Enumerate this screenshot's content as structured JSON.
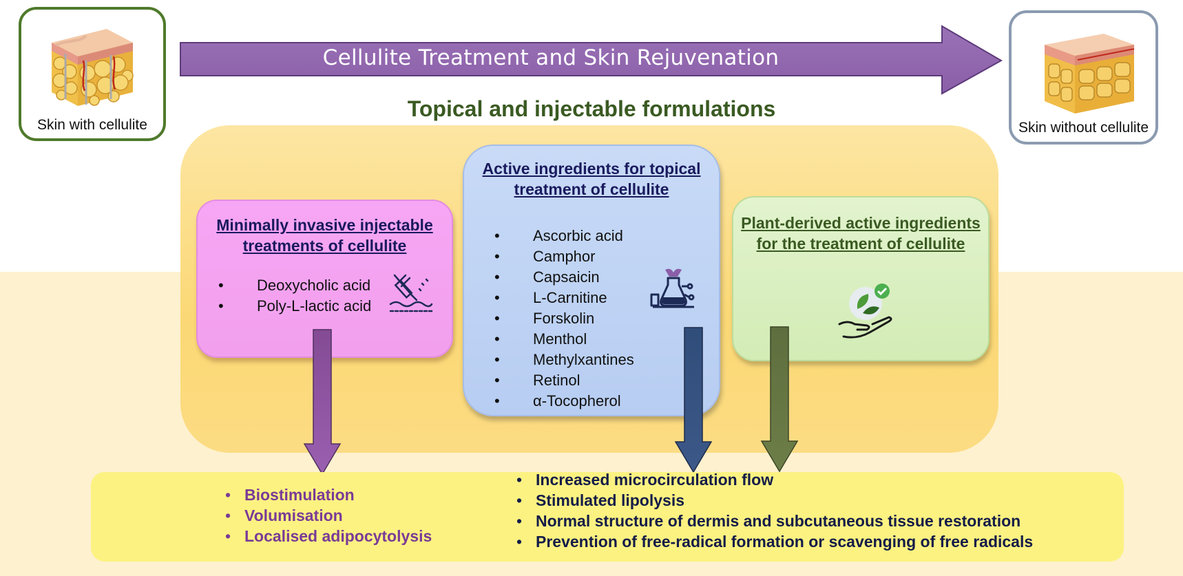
{
  "header": {
    "title": "Cellulite Treatment and Skin Rejuvenation",
    "subtitle": "Topical and injectable formulations"
  },
  "left_card": {
    "caption": "Skin with cellulite",
    "icon": "skin-cellulite-illustration"
  },
  "right_card": {
    "caption": "Skin without cellulite",
    "icon": "skin-smooth-illustration"
  },
  "injectable": {
    "title": "Minimally invasive injectable treatments of cellulite",
    "items": [
      "Deoxycholic acid",
      "Poly-L-lactic acid"
    ],
    "icon": "injection-icon"
  },
  "topical": {
    "title": "Active ingredients for topical treatment of cellulite",
    "items": [
      "Ascorbic acid",
      "Camphor",
      "Capsaicin",
      "L-Carnitine",
      "Forskolin",
      "Menthol",
      "Methylxantines",
      "Retinol",
      "α-Tocopherol"
    ],
    "icon": "lab-flask-icon"
  },
  "plant": {
    "title": "Plant-derived active ingredients for the treatment of cellulite",
    "icon": "plant-hand-icon"
  },
  "outcomes": {
    "injectable": [
      "Biostimulation",
      "Volumisation",
      "Localised adipocytolysis"
    ],
    "topical": [
      "Increased microcirculation flow",
      "Stimulated lipolysis",
      "Normal structure of dermis and subcutaneous tissue restoration",
      "Prevention of free-radical formation or scavenging of free radicals"
    ]
  },
  "colors": {
    "title_arrow": "#9368b0",
    "subtitle": "#3a5a22",
    "panel": "#fcd97a",
    "injectable_box": "#f4a3f1",
    "topical_box": "#bfd3f4",
    "plant_box": "#dbefc3",
    "outcome_box": "#fcf281",
    "injectable_outcome_text": "#7a3b96",
    "topical_outcome_text": "#141c48"
  }
}
